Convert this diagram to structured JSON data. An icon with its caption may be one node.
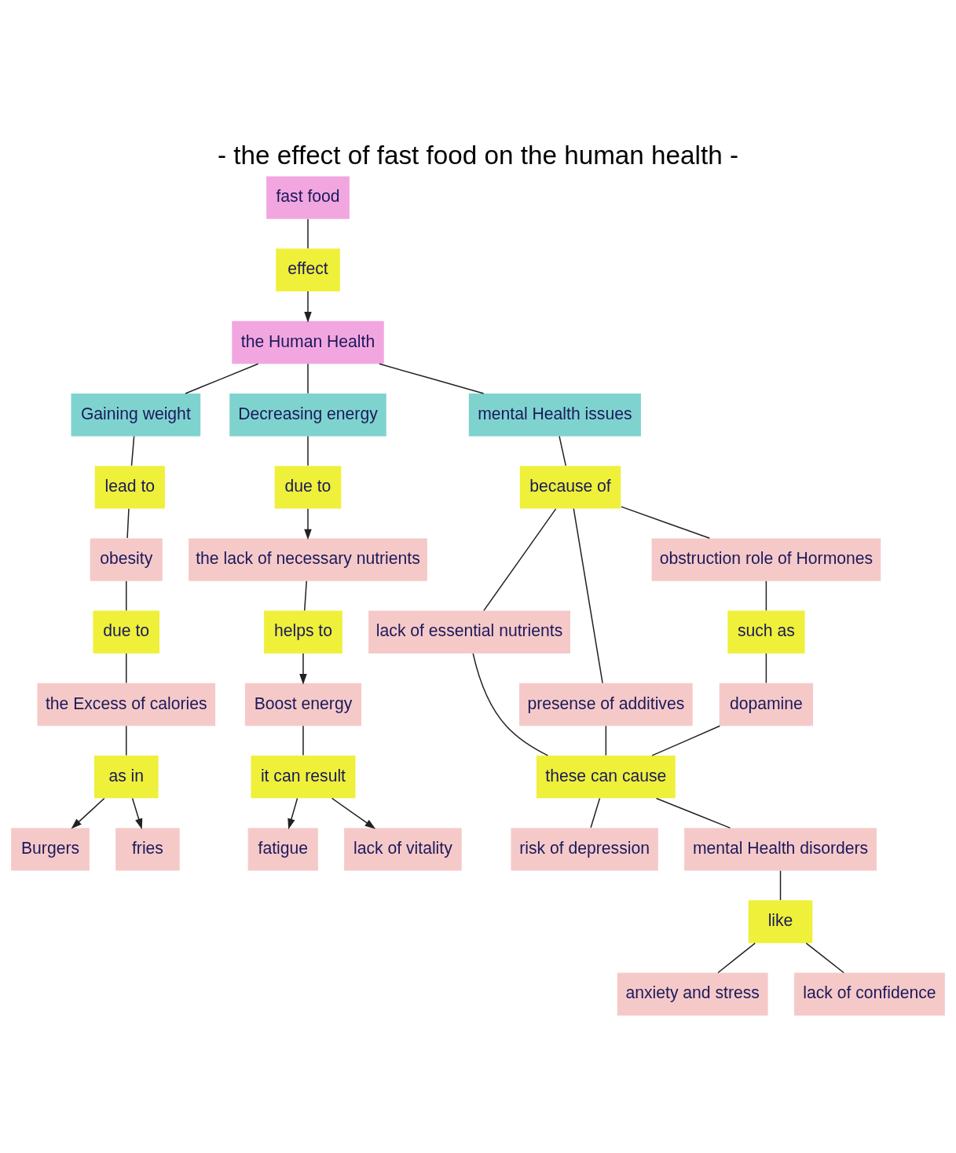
{
  "diagram": {
    "title": "- the effect of fast food on the human health -",
    "nodes": [
      {
        "text": [
          "fast food"
        ]
      },
      {
        "text": [
          "effect"
        ]
      },
      {
        "text": [
          "the Human Health"
        ]
      },
      {
        "text": [
          "Gaining weight"
        ]
      },
      {
        "text": [
          "lead to"
        ]
      },
      {
        "text": [
          "obesity"
        ]
      },
      {
        "text": [
          "due to"
        ]
      },
      {
        "text": [
          "the Excess of calories"
        ]
      },
      {
        "text": [
          "as in"
        ]
      },
      {
        "text": [
          "Burgers"
        ]
      },
      {
        "text": [
          "fries"
        ]
      },
      {
        "text": [
          "Decreasing energy"
        ]
      },
      {
        "text": [
          "due to"
        ]
      },
      {
        "text": [
          "the lack of necessary nutrients"
        ]
      },
      {
        "text": [
          "helps to"
        ]
      },
      {
        "text": [
          "Boost energy"
        ]
      },
      {
        "text": [
          "it can result"
        ]
      },
      {
        "text": [
          "fatigue"
        ]
      },
      {
        "text": [
          "lack of vitality"
        ]
      },
      {
        "text": [
          "mental Health issues"
        ]
      },
      {
        "text": [
          "because of"
        ]
      },
      {
        "text": [
          "lack of essential nutrients"
        ]
      },
      {
        "text": [
          "presense of additives"
        ]
      },
      {
        "text": [
          "obstruction role of Hormones"
        ]
      },
      {
        "text": [
          "such as"
        ]
      },
      {
        "text": [
          "dopamine"
        ]
      },
      {
        "text": [
          "these can cause"
        ]
      },
      {
        "text": [
          "risk of depression"
        ]
      },
      {
        "text": [
          "mental Health disorders"
        ]
      },
      {
        "text": [
          "like"
        ]
      },
      {
        "text": [
          "anxiety and stress"
        ]
      },
      {
        "text": [
          "lack of confidence"
        ]
      }
    ],
    "edges": [
      {
        "from": 0,
        "to": 1,
        "arrow": "none"
      },
      {
        "from": 1,
        "to": 2,
        "arrow": "to"
      },
      {
        "from": 2,
        "to": 3,
        "arrow": "none"
      },
      {
        "from": 2,
        "to": 11,
        "arrow": "none"
      },
      {
        "from": 2,
        "to": 19,
        "arrow": "none"
      },
      {
        "from": 3,
        "to": 4,
        "arrow": "none"
      },
      {
        "from": 4,
        "to": 5,
        "arrow": "none"
      },
      {
        "from": 5,
        "to": 6,
        "arrow": "none"
      },
      {
        "from": 6,
        "to": 7,
        "arrow": "none"
      },
      {
        "from": 7,
        "to": 8,
        "arrow": "none"
      },
      {
        "from": 8,
        "to": 9,
        "arrow": "to"
      },
      {
        "from": 8,
        "to": 10,
        "arrow": "to"
      },
      {
        "from": 11,
        "to": 12,
        "arrow": "none"
      },
      {
        "from": 12,
        "to": 13,
        "arrow": "to"
      },
      {
        "from": 13,
        "to": 14,
        "arrow": "none"
      },
      {
        "from": 14,
        "to": 15,
        "arrow": "to"
      },
      {
        "from": 15,
        "to": 16,
        "arrow": "none"
      },
      {
        "from": 16,
        "to": 17,
        "arrow": "to"
      },
      {
        "from": 16,
        "to": 18,
        "arrow": "to"
      },
      {
        "from": 19,
        "to": 20,
        "arrow": "none"
      },
      {
        "from": 20,
        "to": 21,
        "arrow": "none"
      },
      {
        "from": 20,
        "to": 23,
        "arrow": "none"
      },
      {
        "from": 20,
        "to": 22,
        "arrow": "none"
      },
      {
        "from": 23,
        "to": 24,
        "arrow": "none"
      },
      {
        "from": 24,
        "to": 25,
        "arrow": "none"
      },
      {
        "from": 21,
        "to": 26,
        "arrow": "none"
      },
      {
        "from": 25,
        "to": 26,
        "arrow": "none"
      },
      {
        "from": 22,
        "to": 26,
        "arrow": "none"
      },
      {
        "from": 26,
        "to": 27,
        "arrow": "none"
      },
      {
        "from": 26,
        "to": 28,
        "arrow": "none"
      },
      {
        "from": 28,
        "to": 29,
        "arrow": "none"
      },
      {
        "from": 29,
        "to": 30,
        "arrow": "none"
      },
      {
        "from": 29,
        "to": 31,
        "arrow": "none"
      }
    ]
  }
}
